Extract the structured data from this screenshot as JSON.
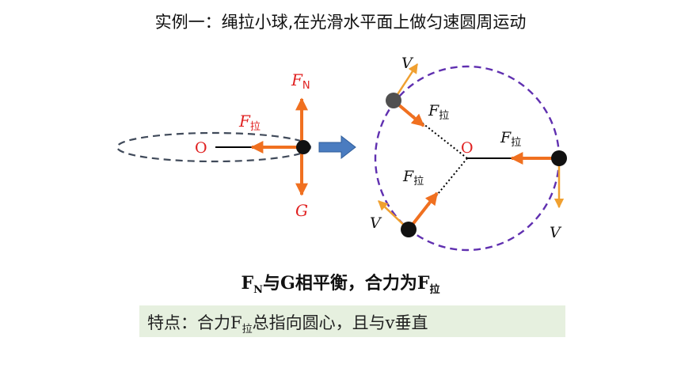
{
  "title": "实例一：绳拉小球,在光滑水平面上做匀速圆周运动",
  "left_diagram": {
    "center_label": "O",
    "pull_label": "F",
    "pull_sub": "拉",
    "normal_label": "F",
    "normal_sub": "N",
    "gravity_label": "G"
  },
  "right_diagram": {
    "center_label": "O",
    "velocity_labels": [
      "V",
      "V",
      "V"
    ],
    "pull_label": "F",
    "pull_sub": "拉"
  },
  "summary": {
    "p1": "F",
    "s1": "N",
    "p2": "与G相平衡，合力为F",
    "s2": "拉"
  },
  "feature": {
    "p1": "特点：合力F",
    "s1": "拉",
    "p2": "总指向圆心，且与v垂直"
  },
  "colors": {
    "force_arrow": "#f07020",
    "velocity_arrow": "#f0a030",
    "orbit_dashed": "#6030b0",
    "ellipse_dashed": "#404a5a",
    "label_red": "#e02020",
    "highlight_bg": "#e6f0df",
    "arrow_blue": "#4a7cc0"
  }
}
